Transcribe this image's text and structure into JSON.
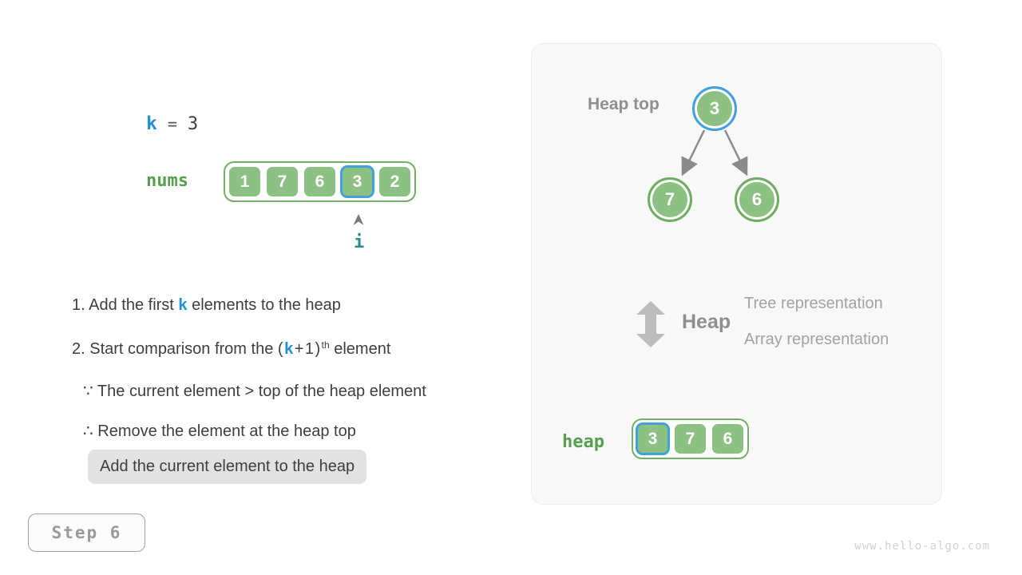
{
  "colors": {
    "accent_blue": "#2290d4",
    "highlight_border_blue": "#42a0dd",
    "cell_green": "#8dc184",
    "array_border_green": "#74af68",
    "label_green": "#579e4e",
    "pointer_teal": "#2e8c85",
    "text_dark": "#3e3e3e",
    "panel_bg": "#f8f8f8",
    "gray_label": "#8f8f8f",
    "highlight_box_bg": "#e2e2e2"
  },
  "variables": {
    "k_name": "k",
    "equals": "=",
    "k_value": "3"
  },
  "nums": {
    "label": "nums",
    "cells": [
      "1",
      "7",
      "6",
      "3",
      "2"
    ],
    "highlighted_index": 3,
    "pointer": "i"
  },
  "instructions": {
    "line1_pre": "1. Add the first ",
    "line1_k": "k",
    "line1_post": " elements to the heap",
    "line2_pre": "2. Start comparison from the ",
    "line2_open": "(",
    "line2_k": "k",
    "line2_plus": "+1)",
    "line2_sup": "th",
    "line2_post": " element",
    "because": "∵ The current element > top of the heap element",
    "therefore": "∴ Remove the element at the heap top",
    "highlight": "Add the current element to the heap"
  },
  "step": {
    "label": "Step 6"
  },
  "panel": {
    "heap_top_label": "Heap top",
    "tree": {
      "root": "3",
      "left_child": "7",
      "right_child": "6"
    },
    "legend": {
      "title": "Heap",
      "line1": "Tree representation",
      "line2": "Array representation"
    },
    "heap": {
      "label": "heap",
      "cells": [
        "3",
        "7",
        "6"
      ],
      "highlighted_index": 0
    }
  },
  "watermark": "www.hello-algo.com"
}
